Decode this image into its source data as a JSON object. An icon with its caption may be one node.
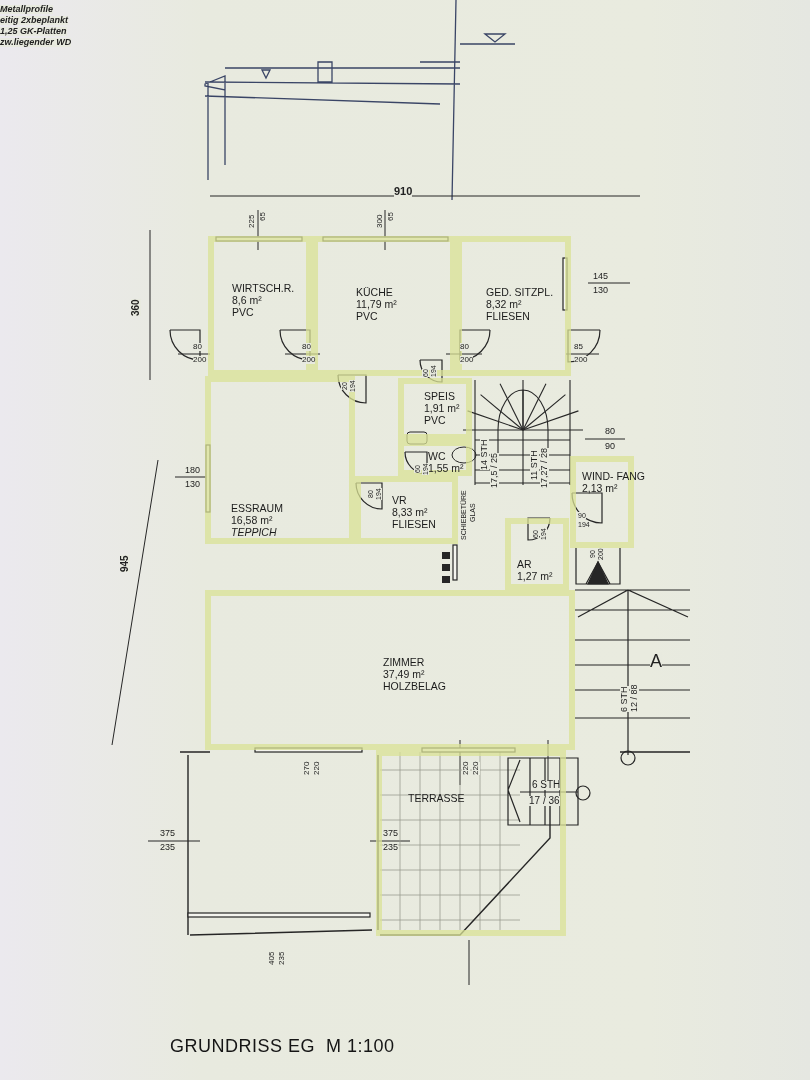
{
  "diagram": {
    "title": "GRUNDRISS EG  M 1:100",
    "nodes": [
      {
        "text": [
          "WIRTSCH.R.",
          "8,6 m²",
          "PVC"
        ]
      },
      {
        "text": [
          "KÜCHE",
          "11,79 m²",
          "PVC"
        ]
      },
      {
        "text": [
          "GED. SITZPL.",
          "8,32 m²",
          "FLIESEN"
        ]
      },
      {
        "text": [
          "SPEIS",
          "1,91 m²",
          "PVC"
        ]
      },
      {
        "text": [
          "WC",
          "1,55 m²"
        ]
      },
      {
        "text": [
          "ESSRAUM",
          "16,58 m²",
          "TEPPICH"
        ]
      },
      {
        "text": [
          "VR",
          "8,33 m²",
          "FLIESEN"
        ]
      },
      {
        "text": [
          "WIND- FANG",
          "2,13 m²"
        ]
      },
      {
        "text": [
          "AR",
          "1,27 m²"
        ]
      },
      {
        "text": [
          "ZIMMER",
          "37,49 m²",
          "HOLZBELAG"
        ]
      },
      {
        "text": [
          "TERRASSE"
        ]
      }
    ],
    "edges": [],
    "labels": [
      "Metallprofile",
      "eitig 2xbeplankt",
      "1,25 GK-Platten",
      "zw.liegender WD",
      "910",
      "360",
      "945",
      "225",
      "65",
      "300",
      "65",
      "145",
      "130",
      "80",
      "200",
      "80",
      "200",
      "80",
      "200",
      "85",
      "200",
      "20",
      "194",
      "60",
      "194",
      "80",
      "90",
      "180",
      "130",
      "60",
      "194",
      "80",
      "194",
      "60",
      "194",
      "90",
      "194",
      "90",
      "200",
      "14 STH",
      "17,5 / 25",
      "11 STH",
      "17,27 / 28",
      "SCHIEBETÜRE",
      "GLAS",
      "A",
      "6 STH",
      "12 / 88",
      "270",
      "220",
      "220",
      "220",
      "6 STH",
      "17 / 36",
      "375",
      "235",
      "375",
      "235",
      "405",
      "235"
    ]
  }
}
